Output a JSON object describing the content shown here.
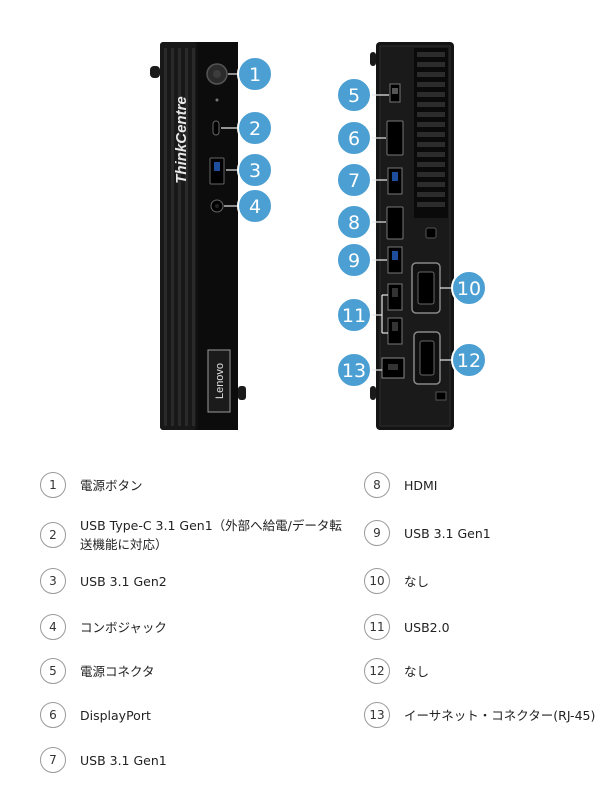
{
  "device": {
    "brand_vertical": "ThinkCentre",
    "logo": "Lenovo"
  },
  "callouts": [
    {
      "n": "1"
    },
    {
      "n": "2"
    },
    {
      "n": "3"
    },
    {
      "n": "4"
    },
    {
      "n": "5"
    },
    {
      "n": "6"
    },
    {
      "n": "7"
    },
    {
      "n": "8"
    },
    {
      "n": "9"
    },
    {
      "n": "10"
    },
    {
      "n": "11"
    },
    {
      "n": "12"
    },
    {
      "n": "13"
    }
  ],
  "legend": [
    {
      "n": "1",
      "label": "電源ボタン"
    },
    {
      "n": "2",
      "label": "USB Type-C 3.1 Gen1（外部へ給電/データ転\n送機能に対応）"
    },
    {
      "n": "3",
      "label": "USB 3.1 Gen2"
    },
    {
      "n": "4",
      "label": "コンボジャック"
    },
    {
      "n": "5",
      "label": "電源コネクタ"
    },
    {
      "n": "6",
      "label": "DisplayPort"
    },
    {
      "n": "7",
      "label": "USB 3.1 Gen1"
    },
    {
      "n": "8",
      "label": "HDMI"
    },
    {
      "n": "9",
      "label": "USB 3.1 Gen1"
    },
    {
      "n": "10",
      "label": "なし"
    },
    {
      "n": "11",
      "label": "USB2.0"
    },
    {
      "n": "12",
      "label": "なし"
    },
    {
      "n": "13",
      "label": "イーサネット・コネクター(RJ-45)"
    }
  ],
  "colors": {
    "callout": "#4c9fd2",
    "body": "#141414",
    "panel": "#1d1d1d"
  }
}
